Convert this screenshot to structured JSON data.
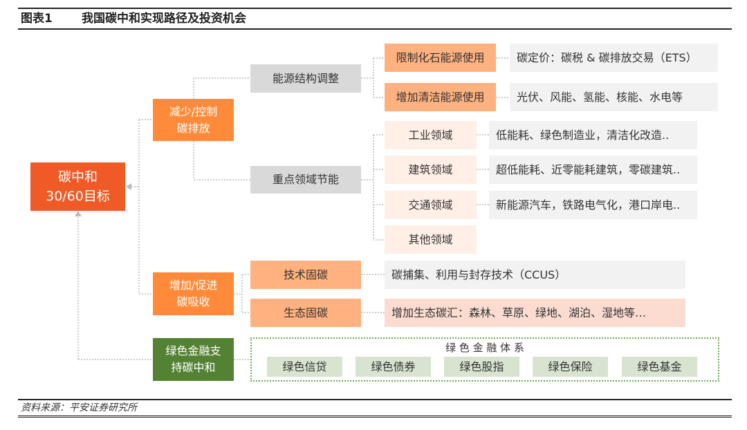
{
  "header": {
    "figure_no": "图表1",
    "title": "我国碳中和实现路径及投资机会"
  },
  "root": {
    "line1": "碳中和",
    "line2": "30/60目标"
  },
  "reduce": {
    "line1": "减少/控制",
    "line2": "碳排放",
    "energy": {
      "label": "能源结构调整",
      "items": [
        {
          "label": "限制化石能源使用",
          "detail": "碳定价：碳税 & 碳排放交易（ETS）"
        },
        {
          "label": "增加清洁能源使用",
          "detail": "光伏、风能、氢能、核能、水电等"
        }
      ]
    },
    "sectors": {
      "label": "重点领域节能",
      "items": [
        {
          "label": "工业领域",
          "detail": "低能耗、绿色制造业，清洁化改造.."
        },
        {
          "label": "建筑领域",
          "detail": "超低能耗、近零能耗建筑，零碳建筑.."
        },
        {
          "label": "交通领域",
          "detail": "新能源汽车，铁路电气化，港口岸电.."
        },
        {
          "label": "其他领域"
        }
      ]
    }
  },
  "absorb": {
    "line1": "增加/促进",
    "line2": "碳吸收",
    "items": [
      {
        "label": "技术固碳",
        "detail": "碳捕集、利用与封存技术（CCUS）"
      },
      {
        "label": "生态固碳",
        "detail": "增加生态碳汇：森林、草原、绿地、湖泊、湿地等…"
      }
    ]
  },
  "finance": {
    "line1": "绿色金融支",
    "line2": "持碳中和",
    "system_title": "绿 色 金 融 体 系",
    "items": [
      "绿色信贷",
      "绿色债券",
      "绿色股指",
      "绿色保险",
      "绿色基金"
    ]
  },
  "footer": {
    "source": "资料来源：平安证券研究所"
  },
  "colors": {
    "root": "#f05a26",
    "orange": "#ff8b3a",
    "peach": "#ffb17f",
    "green": "#548235"
  }
}
